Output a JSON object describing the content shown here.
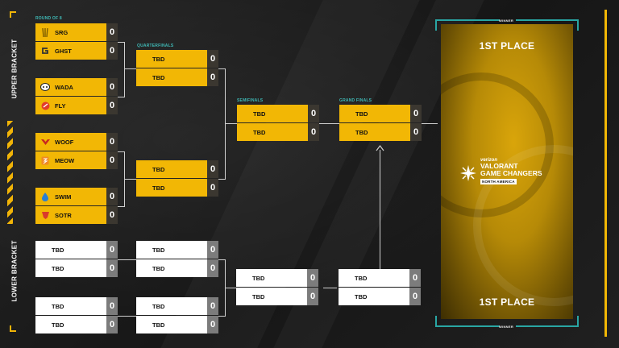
{
  "labels": {
    "upper_bracket": "UPPER BRACKET",
    "lower_bracket": "LOWER BRACKET",
    "round_of_8": "ROUND OF 8",
    "quarterfinals": "QUARTERFINALS",
    "semifinals": "SEMIFINALS",
    "grand_finals": "GRAND FINALS",
    "winner": "WINNER",
    "first_place": "1ST PLACE"
  },
  "event": {
    "brand": "verizon",
    "title_line1": "VALORANT",
    "title_line2": "GAME CHANGERS",
    "region": "NORTH AMERICA"
  },
  "colors": {
    "accent_yellow": "#f2b705",
    "teal": "#29a6a4",
    "background": "#1c1c1c"
  },
  "upper_round_of_8": [
    {
      "team": "SRG",
      "score": "0",
      "icon": "srg-logo-icon"
    },
    {
      "team": "GHST",
      "score": "0",
      "icon": "ghst-logo-icon"
    },
    {
      "team": "WADA",
      "score": "0",
      "icon": "wada-logo-icon"
    },
    {
      "team": "FLY",
      "score": "0",
      "icon": "fly-logo-icon"
    },
    {
      "team": "WOOF",
      "score": "0",
      "icon": "woof-logo-icon"
    },
    {
      "team": "MEOW",
      "score": "0",
      "icon": "meow-logo-icon"
    },
    {
      "team": "SWIM",
      "score": "0",
      "icon": "swim-logo-icon"
    },
    {
      "team": "SOTR",
      "score": "0",
      "icon": "sotr-logo-icon"
    }
  ],
  "upper_quarterfinals": [
    {
      "team": "TBD",
      "score": "0"
    },
    {
      "team": "TBD",
      "score": "0"
    },
    {
      "team": "TBD",
      "score": "0"
    },
    {
      "team": "TBD",
      "score": "0"
    }
  ],
  "upper_semifinals": [
    {
      "team": "TBD",
      "score": "0"
    },
    {
      "team": "TBD",
      "score": "0"
    }
  ],
  "grand_finals": [
    {
      "team": "TBD",
      "score": "0"
    },
    {
      "team": "TBD",
      "score": "0"
    }
  ],
  "lower_round1": [
    {
      "team": "TBD",
      "score": "0"
    },
    {
      "team": "TBD",
      "score": "0"
    },
    {
      "team": "TBD",
      "score": "0"
    },
    {
      "team": "TBD",
      "score": "0"
    }
  ],
  "lower_round2": [
    {
      "team": "TBD",
      "score": "0"
    },
    {
      "team": "TBD",
      "score": "0"
    },
    {
      "team": "TBD",
      "score": "0"
    },
    {
      "team": "TBD",
      "score": "0"
    }
  ],
  "lower_round3": [
    {
      "team": "TBD",
      "score": "0"
    },
    {
      "team": "TBD",
      "score": "0"
    }
  ],
  "lower_final": [
    {
      "team": "TBD",
      "score": "0"
    },
    {
      "team": "TBD",
      "score": "0"
    }
  ]
}
